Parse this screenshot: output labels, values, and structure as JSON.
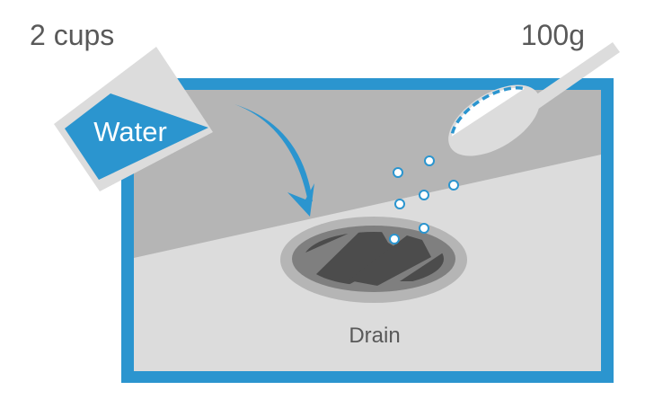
{
  "labels": {
    "water_amount": "2 cups",
    "salt_amount": "100g",
    "cup_content": "Water",
    "drain": "Drain"
  },
  "icons": {
    "cup": "cup-icon",
    "spoon": "spoon-icon",
    "arrow": "pour-arrow-icon",
    "drain": "drain-grate-icon",
    "salt": "salt-grains-icon"
  },
  "colors": {
    "accent_blue": "#2b95cf",
    "frame_dark_gray": "#b5b5b5",
    "floor_light_gray": "#dcdcdc",
    "cup_gray": "#dcdcdc",
    "drain_rim": "#b5b5b5",
    "drain_plate": "#7f7f7f",
    "drain_slots": "#4c4c4c",
    "text_gray": "#595959"
  },
  "salt_grain_count": 7
}
